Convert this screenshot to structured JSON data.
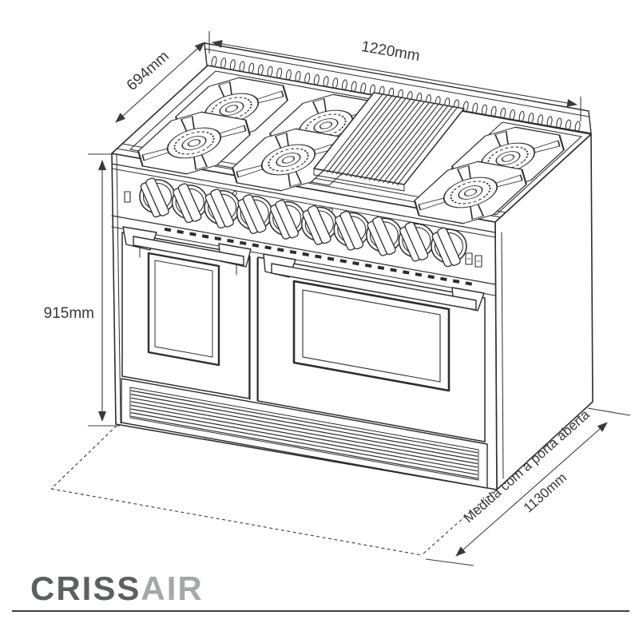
{
  "diagram": {
    "dimensions": {
      "width": "1220mm",
      "depth": "694mm",
      "height": "915mm",
      "door_open_note": "Medida com a porta aberta",
      "door_open_depth": "1130mm"
    },
    "features": {
      "knobs": 10,
      "burners": 6,
      "ovens": 2,
      "griddle": true
    },
    "brand": {
      "name_dark": "CRISS",
      "name_light": "AIR"
    },
    "colors": {
      "line": "#2d2d2f",
      "dimension_text": "#38383a",
      "brand_dark": "#5e5f61",
      "brand_light": "#a6a7a9"
    }
  }
}
